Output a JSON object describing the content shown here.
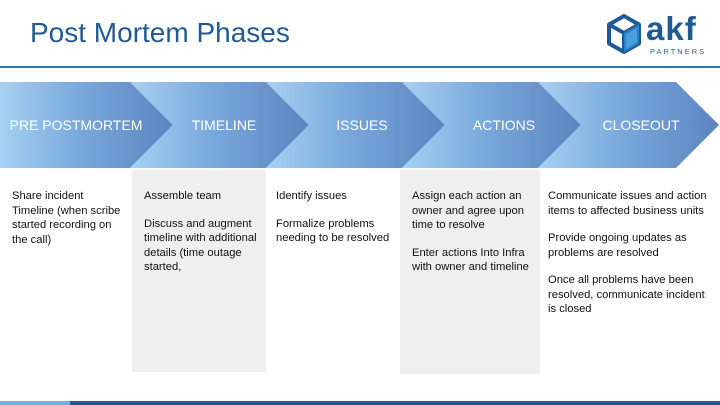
{
  "slide": {
    "title": "Post Mortem Phases"
  },
  "logo": {
    "word": "akf",
    "sub": "PARTNERS",
    "icon": "cube-icon"
  },
  "colors": {
    "title": "#1f5a96",
    "rule": "#2c70b8",
    "chevron_light": "#a6d1f3",
    "chevron_dark": "#5b84c0",
    "column_shade": "#efefef"
  },
  "phases": [
    {
      "label": "PRE POSTMORTEM",
      "items": [
        "Share incident Timeline (when scribe started recording on the call)"
      ]
    },
    {
      "label": "TIMELINE",
      "items": [
        "Assemble team",
        "Discuss and augment timeline with additional details (time outage started,"
      ]
    },
    {
      "label": "ISSUES",
      "items": [
        "Identify issues",
        "Formalize problems needing to be resolved"
      ]
    },
    {
      "label": "ACTIONS",
      "items": [
        "Assign each action an owner and agree upon time to resolve",
        "Enter actions Into Infra with owner and timeline"
      ]
    },
    {
      "label": "CLOSEOUT",
      "items": [
        "Communicate issues and action items to affected business units",
        "Provide ongoing updates as problems are resolved",
        "Once all problems have been resolved, communicate incident is closed"
      ]
    }
  ]
}
